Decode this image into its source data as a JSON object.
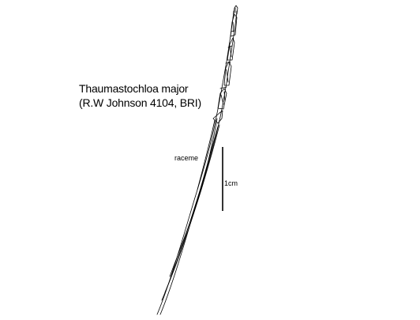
{
  "figure": {
    "taxon": "Thaumastochloa major",
    "specimen": "(R.W Johnson 4104, BRI)",
    "part_label": "raceme",
    "scale_label": "1cm"
  }
}
